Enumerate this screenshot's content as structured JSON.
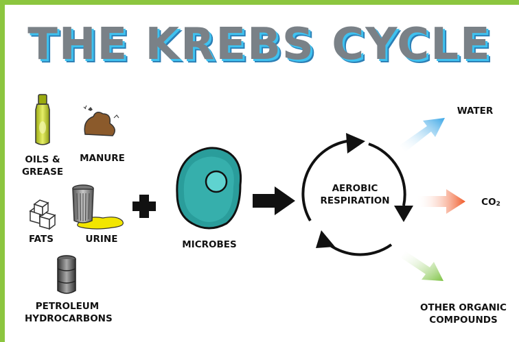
{
  "title": "THE KREBS CYCLE",
  "inputs": {
    "oils": [
      "OILS &",
      "GREASE"
    ],
    "manure": "MANURE",
    "fats": "FATS",
    "urine": "URINE",
    "petroleum": [
      "PETROLEUM",
      "HYDROCARBONS"
    ]
  },
  "plus": "+",
  "microbes": "MICROBES",
  "cycle": [
    "AEROBIC",
    "RESPIRATION"
  ],
  "outputs": {
    "water": "WATER",
    "co2": "CO",
    "co2_sub": "2",
    "other": [
      "OTHER ORGANIC",
      "COMPOUNDS"
    ]
  },
  "colors": {
    "border": "#8cc63f",
    "title_fill": "#7a8187",
    "title_shadow": "#3fc2f0",
    "water_arrow": "#3aa6e6",
    "co2_arrow": "#f05a28",
    "other_arrow": "#7dc242",
    "microbe_outer": "#2a9d9b",
    "microbe_nucleus": "#5fd3d0"
  },
  "icons": [
    "oil-bottle-icon",
    "manure-icon",
    "fat-cubes-icon",
    "trash-can-icon",
    "urine-puddle-icon",
    "oil-barrel-icon",
    "microbe-icon",
    "cycle-arrows-icon"
  ]
}
